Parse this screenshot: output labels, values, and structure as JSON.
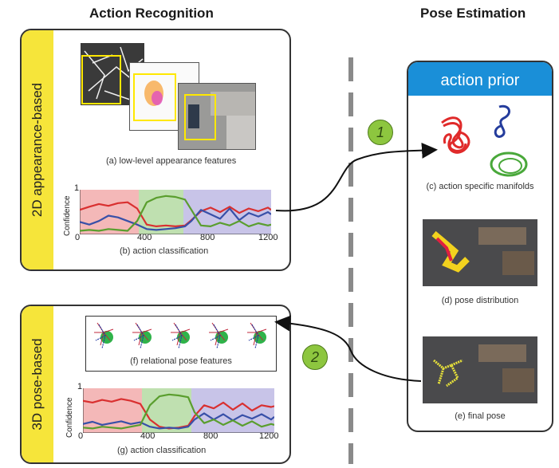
{
  "headings": {
    "left": "Action Recognition",
    "right": "Pose Estimation"
  },
  "panel_2d": {
    "side_label": "2D appearance-based",
    "caption_features": "(a) low-level appearance features",
    "caption_classification": "(b) action classification"
  },
  "panel_3d": {
    "side_label": "3D pose-based",
    "caption_features": "(f) relational pose features",
    "caption_classification": "(g) action classification"
  },
  "prior": {
    "title": "action prior",
    "caption_manifolds": "(c) action specific manifolds",
    "caption_distribution": "(d) pose distribution",
    "caption_final": "(e) final pose"
  },
  "badges": {
    "one": "1",
    "two": "2"
  },
  "chart_data": [
    {
      "type": "line",
      "ylabel": "Confidence",
      "xticks": [
        "0",
        "400",
        "800",
        "1200"
      ],
      "yticks": [
        "0",
        "1"
      ],
      "xlim": [
        0,
        1200
      ],
      "ylim": [
        0,
        1
      ],
      "bands": [
        {
          "from": 0,
          "to": 370,
          "color": "#f4b8b8"
        },
        {
          "from": 370,
          "to": 650,
          "color": "#bfe0b0"
        },
        {
          "from": 650,
          "to": 1200,
          "color": "#c8c4e8"
        }
      ],
      "series": [
        {
          "color": "#d93030",
          "x": [
            0,
            60,
            120,
            180,
            240,
            300,
            360,
            420,
            480,
            540,
            600,
            660,
            700,
            760,
            820,
            880,
            940,
            1000,
            1060,
            1120,
            1180,
            1200
          ],
          "y": [
            0.55,
            0.62,
            0.68,
            0.64,
            0.7,
            0.72,
            0.58,
            0.22,
            0.18,
            0.2,
            0.18,
            0.2,
            0.32,
            0.52,
            0.6,
            0.5,
            0.62,
            0.48,
            0.58,
            0.52,
            0.6,
            0.55
          ]
        },
        {
          "color": "#3850a8",
          "x": [
            0,
            60,
            120,
            180,
            240,
            300,
            360,
            420,
            480,
            540,
            600,
            660,
            700,
            760,
            820,
            880,
            940,
            1000,
            1060,
            1120,
            1180,
            1200
          ],
          "y": [
            0.28,
            0.22,
            0.3,
            0.42,
            0.38,
            0.3,
            0.22,
            0.12,
            0.1,
            0.12,
            0.14,
            0.18,
            0.3,
            0.55,
            0.45,
            0.35,
            0.58,
            0.32,
            0.48,
            0.4,
            0.5,
            0.45
          ]
        },
        {
          "color": "#5a9e2e",
          "x": [
            0,
            60,
            120,
            180,
            240,
            300,
            360,
            420,
            480,
            540,
            600,
            660,
            700,
            760,
            820,
            880,
            940,
            1000,
            1060,
            1120,
            1180,
            1200
          ],
          "y": [
            0.08,
            0.1,
            0.08,
            0.12,
            0.1,
            0.08,
            0.3,
            0.72,
            0.82,
            0.86,
            0.84,
            0.78,
            0.55,
            0.2,
            0.18,
            0.26,
            0.2,
            0.3,
            0.18,
            0.25,
            0.2,
            0.22
          ]
        }
      ]
    },
    {
      "type": "line",
      "ylabel": "Confidence",
      "xticks": [
        "0",
        "400",
        "800",
        "1200"
      ],
      "yticks": [
        "0",
        "1"
      ],
      "xlim": [
        0,
        1200
      ],
      "ylim": [
        0,
        1
      ],
      "bands": [
        {
          "from": 0,
          "to": 370,
          "color": "#f4b8b8"
        },
        {
          "from": 370,
          "to": 680,
          "color": "#bfe0b0"
        },
        {
          "from": 680,
          "to": 1200,
          "color": "#c8c4e8"
        }
      ],
      "series": [
        {
          "color": "#d93030",
          "x": [
            0,
            60,
            120,
            180,
            240,
            300,
            360,
            420,
            480,
            540,
            600,
            660,
            700,
            760,
            820,
            880,
            940,
            1000,
            1060,
            1120,
            1180,
            1200
          ],
          "y": [
            0.72,
            0.68,
            0.74,
            0.7,
            0.76,
            0.72,
            0.65,
            0.3,
            0.14,
            0.1,
            0.12,
            0.16,
            0.38,
            0.62,
            0.55,
            0.68,
            0.52,
            0.66,
            0.5,
            0.62,
            0.58,
            0.6
          ]
        },
        {
          "color": "#3850a8",
          "x": [
            0,
            60,
            120,
            180,
            240,
            300,
            360,
            420,
            480,
            540,
            600,
            660,
            700,
            760,
            820,
            880,
            940,
            1000,
            1060,
            1120,
            1180,
            1200
          ],
          "y": [
            0.2,
            0.25,
            0.18,
            0.22,
            0.26,
            0.2,
            0.24,
            0.14,
            0.1,
            0.12,
            0.1,
            0.14,
            0.3,
            0.44,
            0.3,
            0.42,
            0.28,
            0.4,
            0.32,
            0.42,
            0.3,
            0.36
          ]
        },
        {
          "color": "#5a9e2e",
          "x": [
            0,
            60,
            120,
            180,
            240,
            300,
            360,
            420,
            480,
            540,
            600,
            660,
            700,
            760,
            820,
            880,
            940,
            1000,
            1060,
            1120,
            1180,
            1200
          ],
          "y": [
            0.12,
            0.1,
            0.14,
            0.12,
            0.1,
            0.14,
            0.18,
            0.62,
            0.82,
            0.86,
            0.84,
            0.8,
            0.46,
            0.22,
            0.3,
            0.18,
            0.28,
            0.16,
            0.26,
            0.14,
            0.2,
            0.18
          ]
        }
      ]
    }
  ]
}
